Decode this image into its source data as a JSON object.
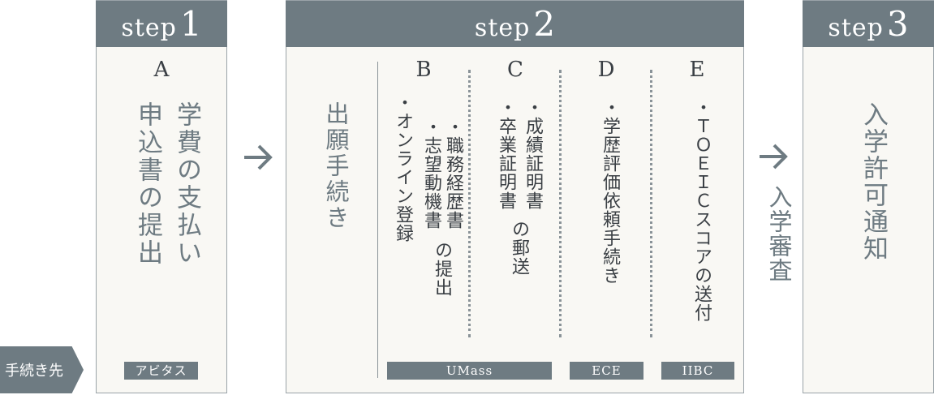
{
  "colors": {
    "header": "#6e7b82",
    "panel": "#f9f8f4",
    "text": "#3a3f44"
  },
  "left_label": "手続き先",
  "step1": {
    "word": "step",
    "number": "1",
    "letter": "A",
    "lines": [
      "学費の支払い",
      "申込書の提出"
    ],
    "badge": "アビタス"
  },
  "arrow1": "arrow-right-icon",
  "step2": {
    "word": "step",
    "number": "2",
    "title": "出願手続き",
    "B": {
      "letter": "B",
      "items": [
        "・オンライン登録",
        "・志望動機書",
        "・職務経歴書"
      ],
      "suffix": "の提出"
    },
    "C": {
      "letter": "C",
      "items": [
        "・卒業証明書",
        "・成績証明書"
      ],
      "suffix": "の郵送"
    },
    "D": {
      "letter": "D",
      "items": [
        "・学歴評価依頼手続き"
      ]
    },
    "E": {
      "letter": "E",
      "items": [
        "・ＴＯＥＩＣスコアの送付"
      ]
    },
    "badges": [
      "UMass",
      "ECE",
      "IIBC"
    ]
  },
  "arrow2": {
    "icon": "arrow-right-icon",
    "label": "入学審査"
  },
  "step3": {
    "word": "step",
    "number": "3",
    "text": "入学許可通知"
  }
}
